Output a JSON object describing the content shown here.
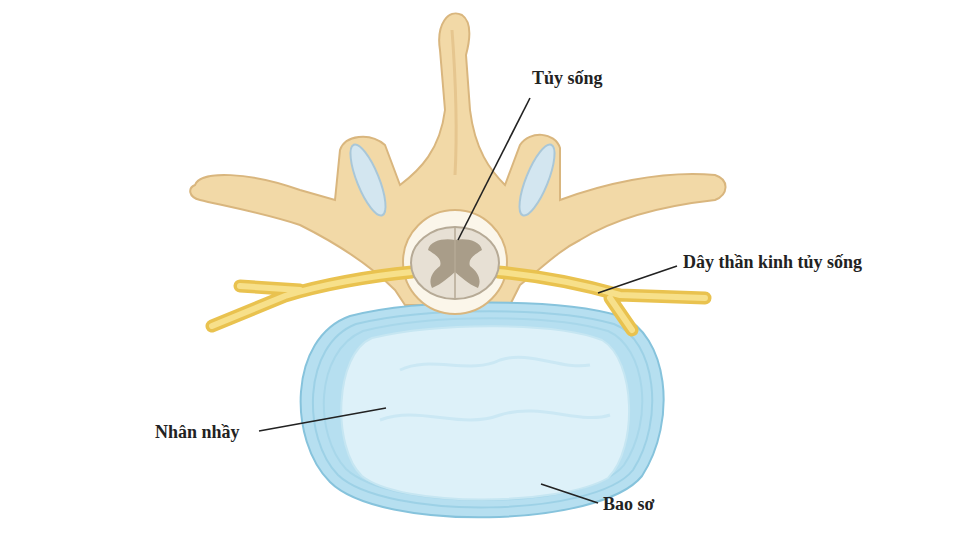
{
  "diagram": {
    "labels": [
      "Tủy sống",
      "Dây thần kinh tủy sống",
      "Nhân nhầy",
      "Bao sơ"
    ]
  }
}
